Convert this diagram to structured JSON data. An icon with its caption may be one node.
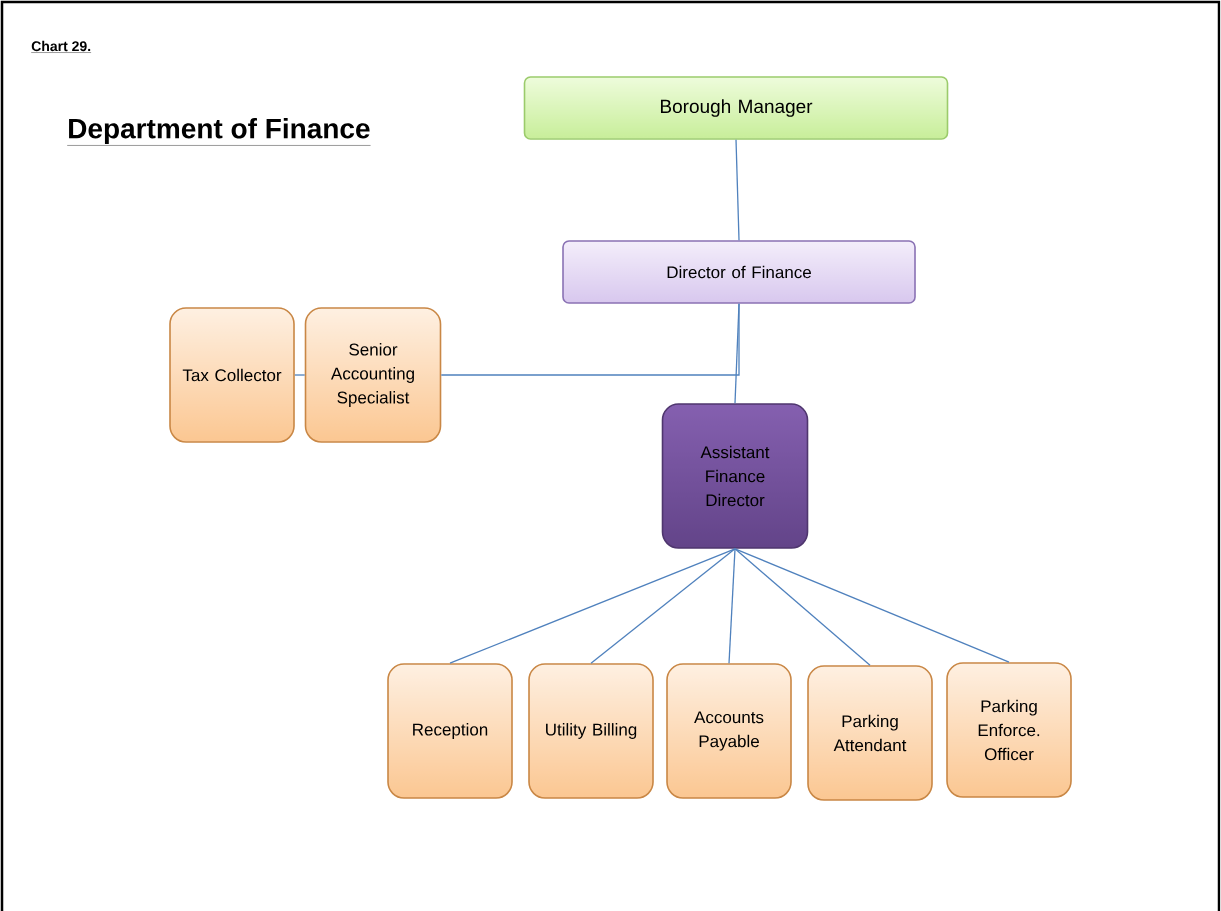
{
  "diagram": {
    "title": "Department of Finance",
    "nodes": [
      {
        "text": [
          "Borough Manager"
        ]
      },
      {
        "text": [
          "Director of Finance"
        ]
      },
      {
        "text": [
          "Tax Collector"
        ]
      },
      {
        "text": [
          "Senior Accounting Specialist"
        ]
      },
      {
        "text": [
          "Assistant Finance Director"
        ]
      },
      {
        "text": [
          "Reception"
        ]
      },
      {
        "text": [
          "Utility Billing"
        ]
      },
      {
        "text": [
          "Accounts Payable"
        ]
      },
      {
        "text": [
          "Parking Attendant"
        ]
      },
      {
        "text": [
          "Parking Enforce. Officer"
        ]
      }
    ],
    "edges": [
      {
        "from": 0,
        "to": 1,
        "arrow": "none"
      },
      {
        "from": 1,
        "to": 4,
        "arrow": "none"
      },
      {
        "from": 1,
        "to": 3,
        "arrow": "none"
      },
      {
        "from": 3,
        "to": 2,
        "arrow": "none"
      },
      {
        "from": 4,
        "to": 5,
        "arrow": "none"
      },
      {
        "from": 4,
        "to": 6,
        "arrow": "none"
      },
      {
        "from": 4,
        "to": 7,
        "arrow": "none"
      },
      {
        "from": 4,
        "to": 8,
        "arrow": "none"
      },
      {
        "from": 4,
        "to": 9,
        "arrow": "none"
      }
    ],
    "labels": [
      "Chart 29."
    ]
  }
}
